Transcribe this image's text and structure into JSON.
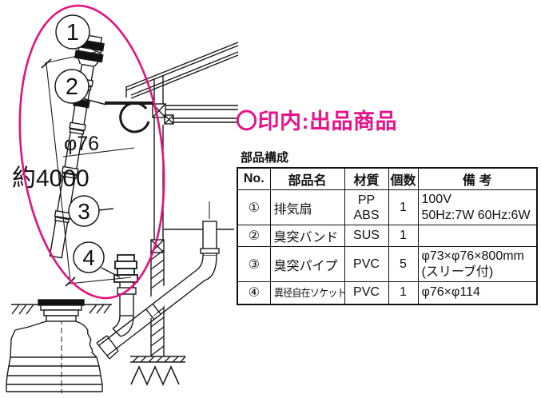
{
  "colors": {
    "accent": "#e8138a",
    "line": "#1a1a1a"
  },
  "legend_heading": "〇印内:出品商品",
  "table_caption": "部品構成",
  "diagram": {
    "callout_1": "1",
    "callout_2": "2",
    "callout_3": "3",
    "callout_4": "4",
    "dim_total_length": "約4000",
    "dim_pipe_diameter": "φ76"
  },
  "table": {
    "headers": {
      "no": "No.",
      "name": "部品名",
      "material": "材質",
      "qty": "個数",
      "remarks": "備 考"
    },
    "rows": [
      {
        "no": "①",
        "name": "排気扇",
        "material": [
          "PP",
          "ABS"
        ],
        "qty": "1",
        "remarks": [
          "100V",
          "50Hz:7W 60Hz:6W"
        ]
      },
      {
        "no": "②",
        "name": "臭突バンド",
        "material": [
          "SUS"
        ],
        "qty": "1",
        "remarks": [
          ""
        ]
      },
      {
        "no": "③",
        "name": "臭突パイプ",
        "material": [
          "PVC"
        ],
        "qty": "5",
        "remarks": [
          "φ73×φ76×800mm",
          "(スリーブ付)"
        ]
      },
      {
        "no": "④",
        "name": "異径自在ソケット",
        "material": [
          "PVC"
        ],
        "qty": "1",
        "remarks": [
          "φ76×φ114"
        ]
      }
    ]
  }
}
